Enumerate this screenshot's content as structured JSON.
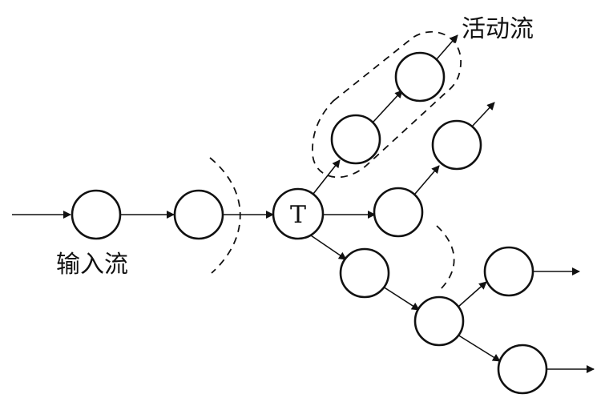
{
  "labels": {
    "active_stream": "活动流",
    "input_stream": "输入流",
    "transaction_node": "T"
  },
  "colors": {
    "stroke": "#111111",
    "background": "#ffffff"
  }
}
